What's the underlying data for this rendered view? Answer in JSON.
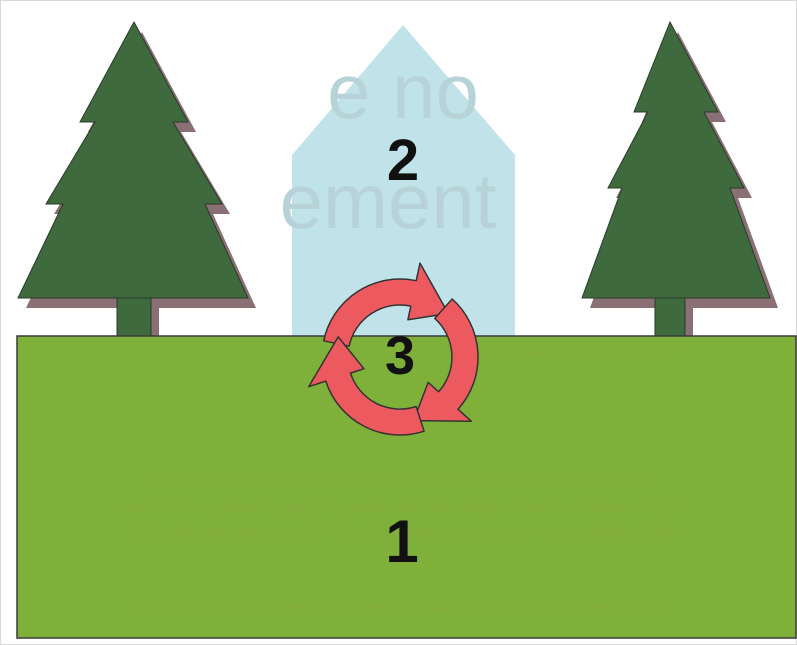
{
  "colors": {
    "ground": "#7fb13a",
    "ground_stroke": "#3a3a3a",
    "house": "#bfe3e9",
    "tree": "#3e6a3e",
    "tree_shadow": "#8a6f74",
    "trunk": "#3e6a3e",
    "arrow": "#ec5a5f",
    "arrow_stroke": "#333333"
  },
  "labels": {
    "ground": "1",
    "house": "2",
    "cycle": "3"
  },
  "show_through": {
    "house_line_1": "e no",
    "house_line_2": "ement",
    "ground_line_1": "he acceptable level of environm",
    "ground_line_2": "e the concept of sustainable development, with emphasis on the impor",
    "ground_line_3": "ment of the system by applying sustainable development as the fundamental pri",
    "ground_line_4": "ld be allocated accordingly. We believe that the long-term sustainability of the",
    "ground_line_5": "mpacts of the policy are recognised and taken into account. It is essential th"
  }
}
